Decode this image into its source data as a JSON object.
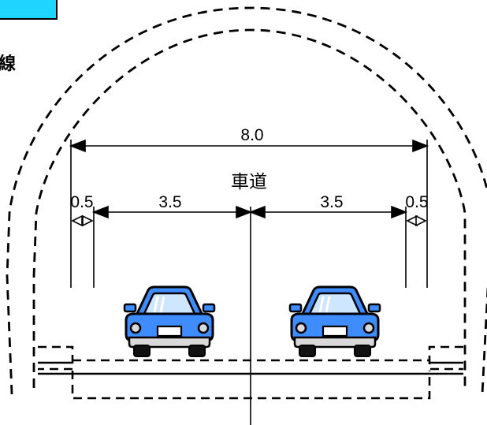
{
  "diagram": {
    "labels": {
      "roadway": "車道",
      "side_fragment": "線"
    },
    "dimensions": {
      "total_width": "8.0",
      "left_offset": "0.5",
      "left_lane": "3.5",
      "right_lane": "3.5",
      "right_offset": "0.5"
    },
    "colors": {
      "lining_dash": "#000000",
      "header_tab": "#1fd5ff",
      "car_body": "#3f8cff",
      "car_window": "#cfe6ff",
      "car_bumper": "#d9d9d9"
    },
    "icons": {
      "vehicle": "car-icon",
      "arrow_end": "arrowhead-icon"
    }
  }
}
